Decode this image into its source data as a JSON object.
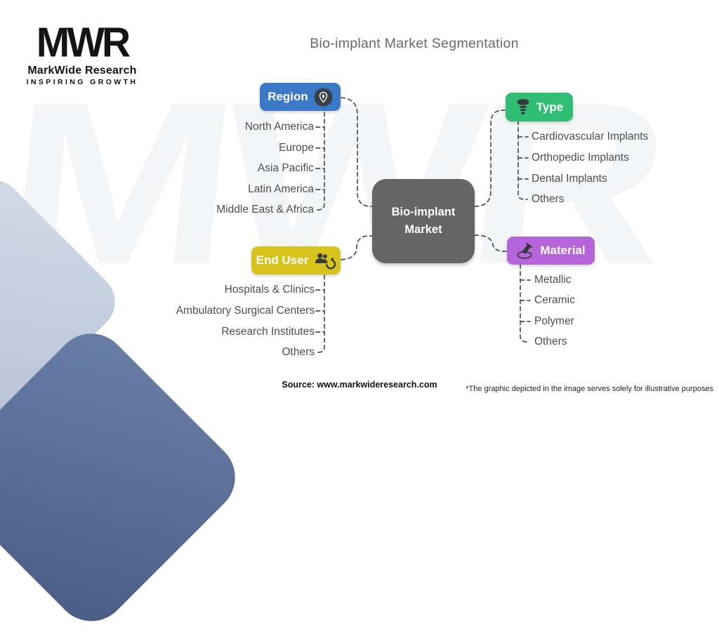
{
  "header": {
    "title": "Bio-implant Market Segmentation"
  },
  "logo": {
    "acronym": "MWR",
    "name": "MarkWide Research",
    "tagline": "INSPIRING GROWTH"
  },
  "watermark_text": "MWR",
  "center_node": {
    "label": "Bio-implant Market",
    "color": "#656565"
  },
  "branches": [
    {
      "label": "Region",
      "color": "#3c78c8",
      "icon": "location-pin-icon",
      "items": [
        "North America",
        "Europe",
        "Asia Pacific",
        "Latin America",
        "Middle East & Africa"
      ]
    },
    {
      "label": "Type",
      "color": "#2fbe74",
      "icon": "dental-implant-icon",
      "items": [
        "Cardiovascular Implants",
        "Orthopedic Implants",
        "Dental Implants",
        "Others"
      ]
    },
    {
      "label": "End User",
      "color": "#d6c31b",
      "icon": "users-refresh-icon",
      "items": [
        "Hospitals & Clinics",
        "Ambulatory Surgical Centers",
        "Research Institutes",
        "Others"
      ]
    },
    {
      "label": "Material",
      "color": "#b565d9",
      "icon": "material-pestle-icon",
      "items": [
        "Metallic",
        "Ceramic",
        "Polymer",
        "Others"
      ]
    }
  ],
  "footer": {
    "source": "Source: www.markwideresearch.com",
    "disclaimer": "*The graphic depicted in the image serves solely for illustrative purposes"
  }
}
